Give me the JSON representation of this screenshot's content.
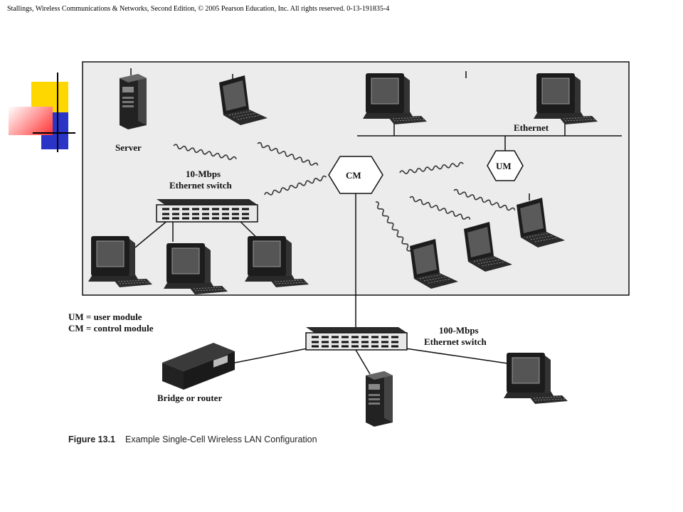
{
  "header_text": "Stallings, Wireless Communications  & Networks, Second Edition,  © 2005 Pearson Education, Inc. All rights reserved. 0-13-191835-4",
  "labels": {
    "server": "Server",
    "switch10_line1": "10-Mbps",
    "switch10_line2": "Ethernet switch",
    "cm": "CM",
    "um": "UM",
    "ethernet": "Ethernet",
    "switch100_line1": "100-Mbps",
    "switch100_line2": "Ethernet switch",
    "bridge": "Bridge or router"
  },
  "legend": {
    "um": "UM = user module",
    "cm": "CM = control module"
  },
  "caption": {
    "number": "Figure 13.1",
    "title": "Example Single-Cell Wireless LAN Configuration"
  },
  "colors": {
    "deco_yellow": "#ffd700",
    "deco_blue": "#2a35c8",
    "deco_red": "#ff4040",
    "diagram_bg": "#ececec",
    "ink": "#111111"
  }
}
